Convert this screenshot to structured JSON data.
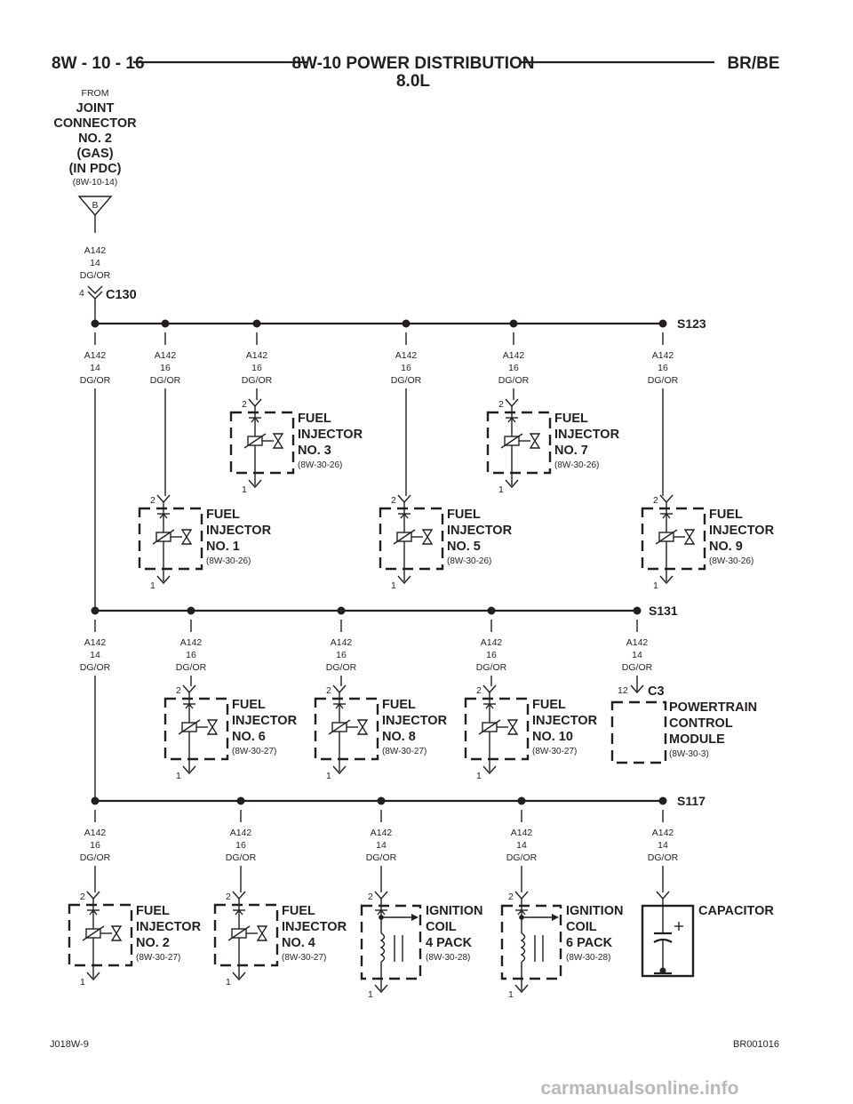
{
  "header": {
    "page": "8W - 10 - 16",
    "title": "8W-10 POWER DISTRIBUTION",
    "subtitle": "8.0L",
    "model": "BR/BE"
  },
  "source": {
    "from": "FROM",
    "lines": [
      "JOINT",
      "CONNECTOR",
      "NO. 2",
      "(GAS)",
      "(IN PDC)"
    ],
    "ref": "(8W-10-14)",
    "terminal": "B",
    "wire": {
      "circuit": "A142",
      "gauge": "14",
      "color": "DG/OR"
    },
    "pin": "4",
    "connector": "C130"
  },
  "pins": {
    "one": "1",
    "two": "2"
  },
  "splices": {
    "s123": "S123",
    "s131": "S131",
    "s117": "S117"
  },
  "trunk": {
    "seg1": [
      "A142",
      "14",
      "DG/OR"
    ],
    "seg2": [
      "A142",
      "14",
      "DG/OR"
    ]
  },
  "injectors": {
    "inj1": {
      "name": [
        "FUEL",
        "INJECTOR",
        "NO. 1"
      ],
      "ref": "(8W-30-26)",
      "wire": [
        "A142",
        "16",
        "DG/OR"
      ]
    },
    "inj2": {
      "name": [
        "FUEL",
        "INJECTOR",
        "NO. 2"
      ],
      "ref": "(8W-30-27)",
      "wire": [
        "A142",
        "16",
        "DG/OR"
      ]
    },
    "inj3": {
      "name": [
        "FUEL",
        "INJECTOR",
        "NO. 3"
      ],
      "ref": "(8W-30-26)",
      "wire": [
        "A142",
        "16",
        "DG/OR"
      ]
    },
    "inj4": {
      "name": [
        "FUEL",
        "INJECTOR",
        "NO. 4"
      ],
      "ref": "(8W-30-27)",
      "wire": [
        "A142",
        "16",
        "DG/OR"
      ]
    },
    "inj5": {
      "name": [
        "FUEL",
        "INJECTOR",
        "NO. 5"
      ],
      "ref": "(8W-30-26)",
      "wire": [
        "A142",
        "16",
        "DG/OR"
      ]
    },
    "inj6": {
      "name": [
        "FUEL",
        "INJECTOR",
        "NO. 6"
      ],
      "ref": "(8W-30-27)",
      "wire": [
        "A142",
        "16",
        "DG/OR"
      ]
    },
    "inj7": {
      "name": [
        "FUEL",
        "INJECTOR",
        "NO. 7"
      ],
      "ref": "(8W-30-26)",
      "wire": [
        "A142",
        "16",
        "DG/OR"
      ]
    },
    "inj8": {
      "name": [
        "FUEL",
        "INJECTOR",
        "NO. 8"
      ],
      "ref": "(8W-30-27)",
      "wire": [
        "A142",
        "16",
        "DG/OR"
      ]
    },
    "inj9": {
      "name": [
        "FUEL",
        "INJECTOR",
        "NO. 9"
      ],
      "ref": "(8W-30-26)",
      "wire": [
        "A142",
        "16",
        "DG/OR"
      ]
    },
    "inj10": {
      "name": [
        "FUEL",
        "INJECTOR",
        "NO. 10"
      ],
      "ref": "(8W-30-27)",
      "wire": [
        "A142",
        "16",
        "DG/OR"
      ]
    }
  },
  "pcm": {
    "name": [
      "POWERTRAIN",
      "CONTROL",
      "MODULE"
    ],
    "ref": "(8W-30-3)",
    "pin": "12",
    "connector": "C3",
    "wire": [
      "A142",
      "14",
      "DG/OR"
    ]
  },
  "coils": {
    "coil4": {
      "name": [
        "IGNITION",
        "COIL",
        "4 PACK"
      ],
      "ref": "(8W-30-28)",
      "wire": [
        "A142",
        "14",
        "DG/OR"
      ]
    },
    "coil6": {
      "name": [
        "IGNITION",
        "COIL",
        "6 PACK"
      ],
      "ref": "(8W-30-28)",
      "wire": [
        "A142",
        "14",
        "DG/OR"
      ]
    }
  },
  "capacitor": {
    "name": "CAPACITOR",
    "wire": [
      "A142",
      "14",
      "DG/OR"
    ]
  },
  "footer": {
    "left": "J018W-9",
    "right": "BR001016",
    "watermark": "carmanualsonline.info"
  }
}
